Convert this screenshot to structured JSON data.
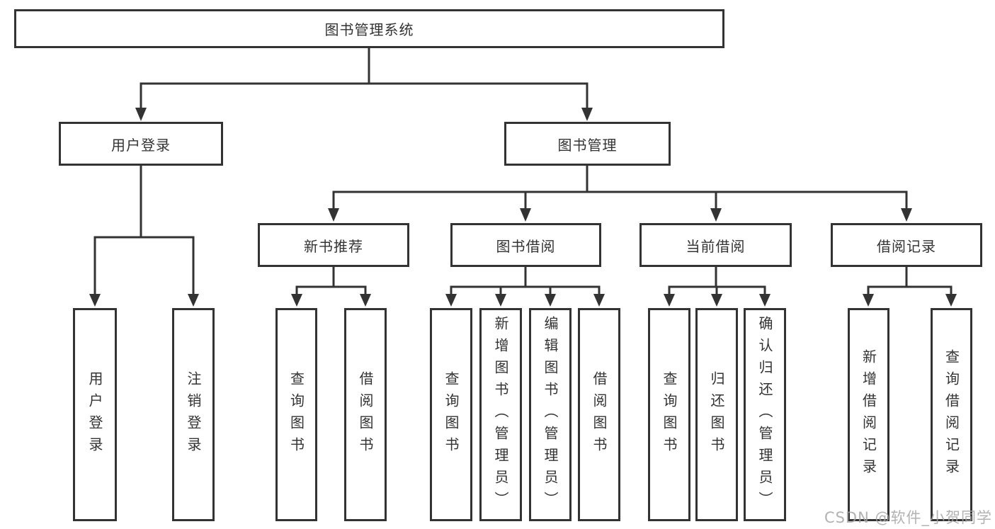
{
  "colors": {
    "line": "#333333",
    "border": "#333333",
    "text": "#333333",
    "background": "#ffffff",
    "watermark": "#a5a5a5"
  },
  "root": {
    "label": "图书管理系统"
  },
  "level2": [
    {
      "id": "user-login",
      "label": "用户登录"
    },
    {
      "id": "book-management",
      "label": "图书管理"
    }
  ],
  "level3": [
    {
      "id": "new-book-recommend",
      "label": "新书推荐",
      "parent": "图书管理"
    },
    {
      "id": "book-borrow",
      "label": "图书借阅",
      "parent": "图书管理"
    },
    {
      "id": "current-borrow",
      "label": "当前借阅",
      "parent": "图书管理"
    },
    {
      "id": "borrow-record",
      "label": "借阅记录",
      "parent": "图书管理"
    }
  ],
  "leaves": [
    {
      "id": "user-login-leaf",
      "label": "用户登录",
      "parent": "用户登录"
    },
    {
      "id": "logout",
      "label": "注销登录",
      "parent": "用户登录"
    },
    {
      "id": "query-books-recommend",
      "label": "查询图书",
      "parent": "新书推荐"
    },
    {
      "id": "borrow-books-recommend",
      "label": "借阅图书",
      "parent": "新书推荐"
    },
    {
      "id": "query-books-borrow",
      "label": "查询图书",
      "parent": "图书借阅"
    },
    {
      "id": "add-books-admin",
      "label": "新增图书（管理员）",
      "parent": "图书借阅"
    },
    {
      "id": "edit-books-admin",
      "label": "编辑图书（管理员）",
      "parent": "图书借阅"
    },
    {
      "id": "borrow-books-borrow",
      "label": "借阅图书",
      "parent": "图书借阅"
    },
    {
      "id": "query-books-current",
      "label": "查询图书",
      "parent": "当前借阅"
    },
    {
      "id": "return-books",
      "label": "归还图书",
      "parent": "当前借阅"
    },
    {
      "id": "confirm-return-admin",
      "label": "确认归还（管理员）",
      "parent": "当前借阅"
    },
    {
      "id": "add-borrow-record",
      "label": "新增借阅记录",
      "parent": "借阅记录"
    },
    {
      "id": "query-borrow-record",
      "label": "查询借阅记录",
      "parent": "借阅记录"
    }
  ],
  "watermark": {
    "text": "CSDN @软件_小贺同学"
  }
}
